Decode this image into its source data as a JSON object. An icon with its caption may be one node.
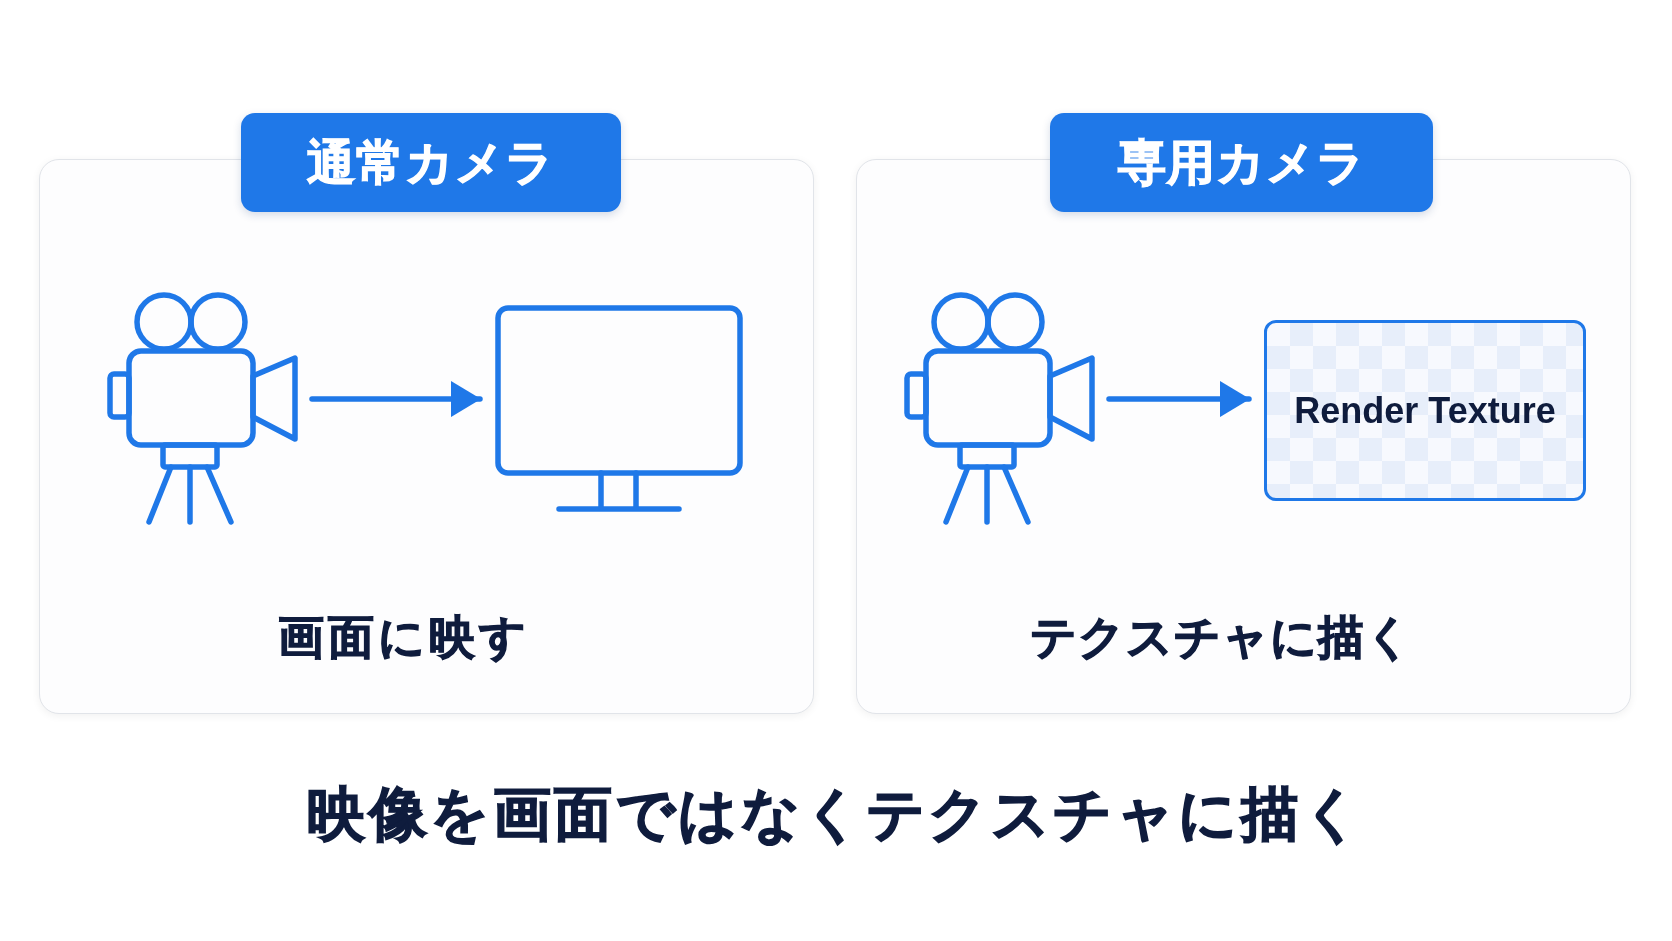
{
  "diagram": {
    "caption": "映像を画面ではなくテクスチャに描く",
    "nodes": [
      {
        "text": [
          "通常カメラ"
        ]
      },
      {
        "text": [
          "画面に映す"
        ]
      },
      {
        "text": [],
        "shape": "picture",
        "in": 1
      },
      {
        "text": [],
        "shape": "monitor",
        "in": 1
      },
      {
        "text": [
          "専用カメラ"
        ]
      },
      {
        "text": [
          "テクスチャに描く"
        ]
      },
      {
        "text": [],
        "shape": "picture",
        "in": 5
      },
      {
        "text": [
          "Render Texture"
        ],
        "in": 5
      }
    ],
    "edges": [
      {
        "from": 2,
        "to": 3,
        "arrow": "to"
      },
      {
        "from": 6,
        "to": 7,
        "arrow": "to"
      }
    ]
  }
}
